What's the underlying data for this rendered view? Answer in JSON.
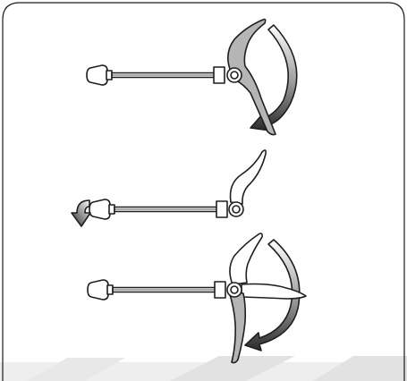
{
  "figure": {
    "panel_count": 3,
    "colors": {
      "background": "#ffffff",
      "outline": "#1f1f1f",
      "lever_fill": "#b5b5b5",
      "arrow_gradient_dark": "#2a2a2a",
      "arrow_gradient_light": "#ffffff",
      "floor_band": "#e6e6e6"
    },
    "panels": [
      {
        "id": "step-1",
        "motion": "lever-swing-open",
        "arrow": "curved-arrow-down"
      },
      {
        "id": "step-2",
        "motion": "end-cap-rotate",
        "arrow": "curved-arrow-left"
      },
      {
        "id": "step-3",
        "motion": "lever-swing-closed",
        "arrow": "curved-arrow-down"
      }
    ]
  }
}
